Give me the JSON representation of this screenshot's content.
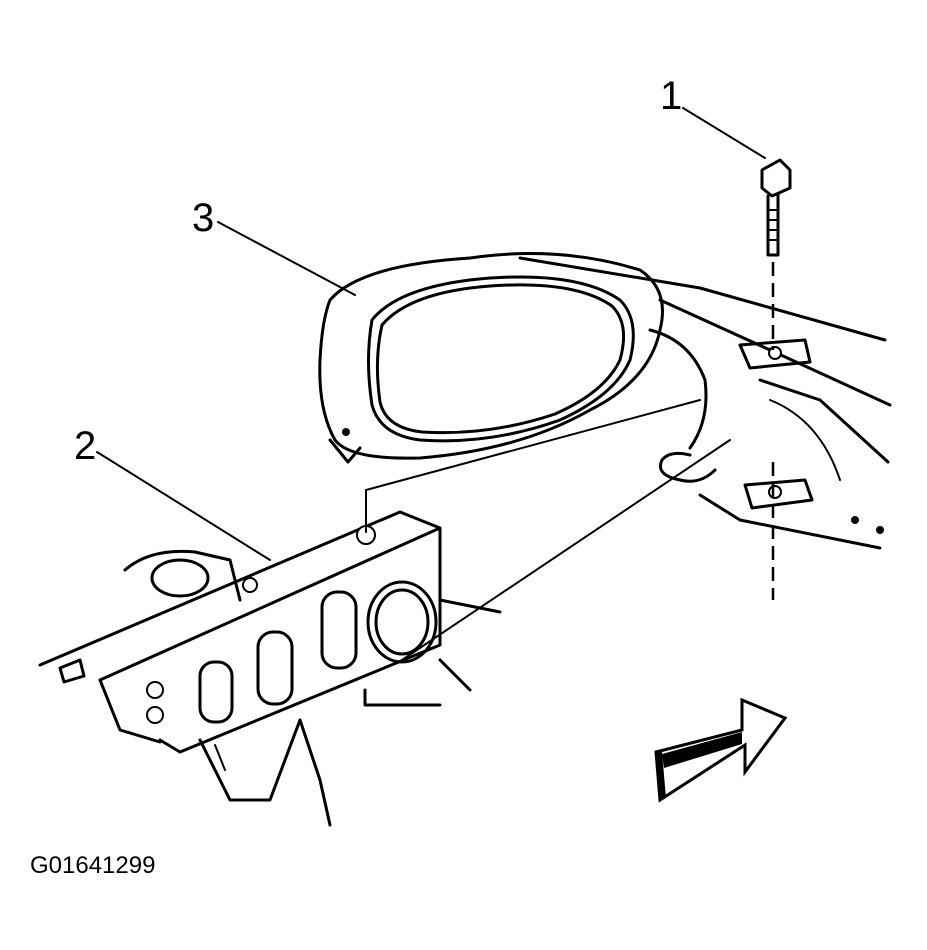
{
  "callouts": [
    {
      "label": "1",
      "part": "bolt"
    },
    {
      "label": "2",
      "part": "crossmember"
    },
    {
      "label": "3",
      "part": "spring-seat"
    }
  ],
  "figure_code": "G01641299",
  "icons": {
    "front_arrow": "front-direction-arrow-icon"
  }
}
